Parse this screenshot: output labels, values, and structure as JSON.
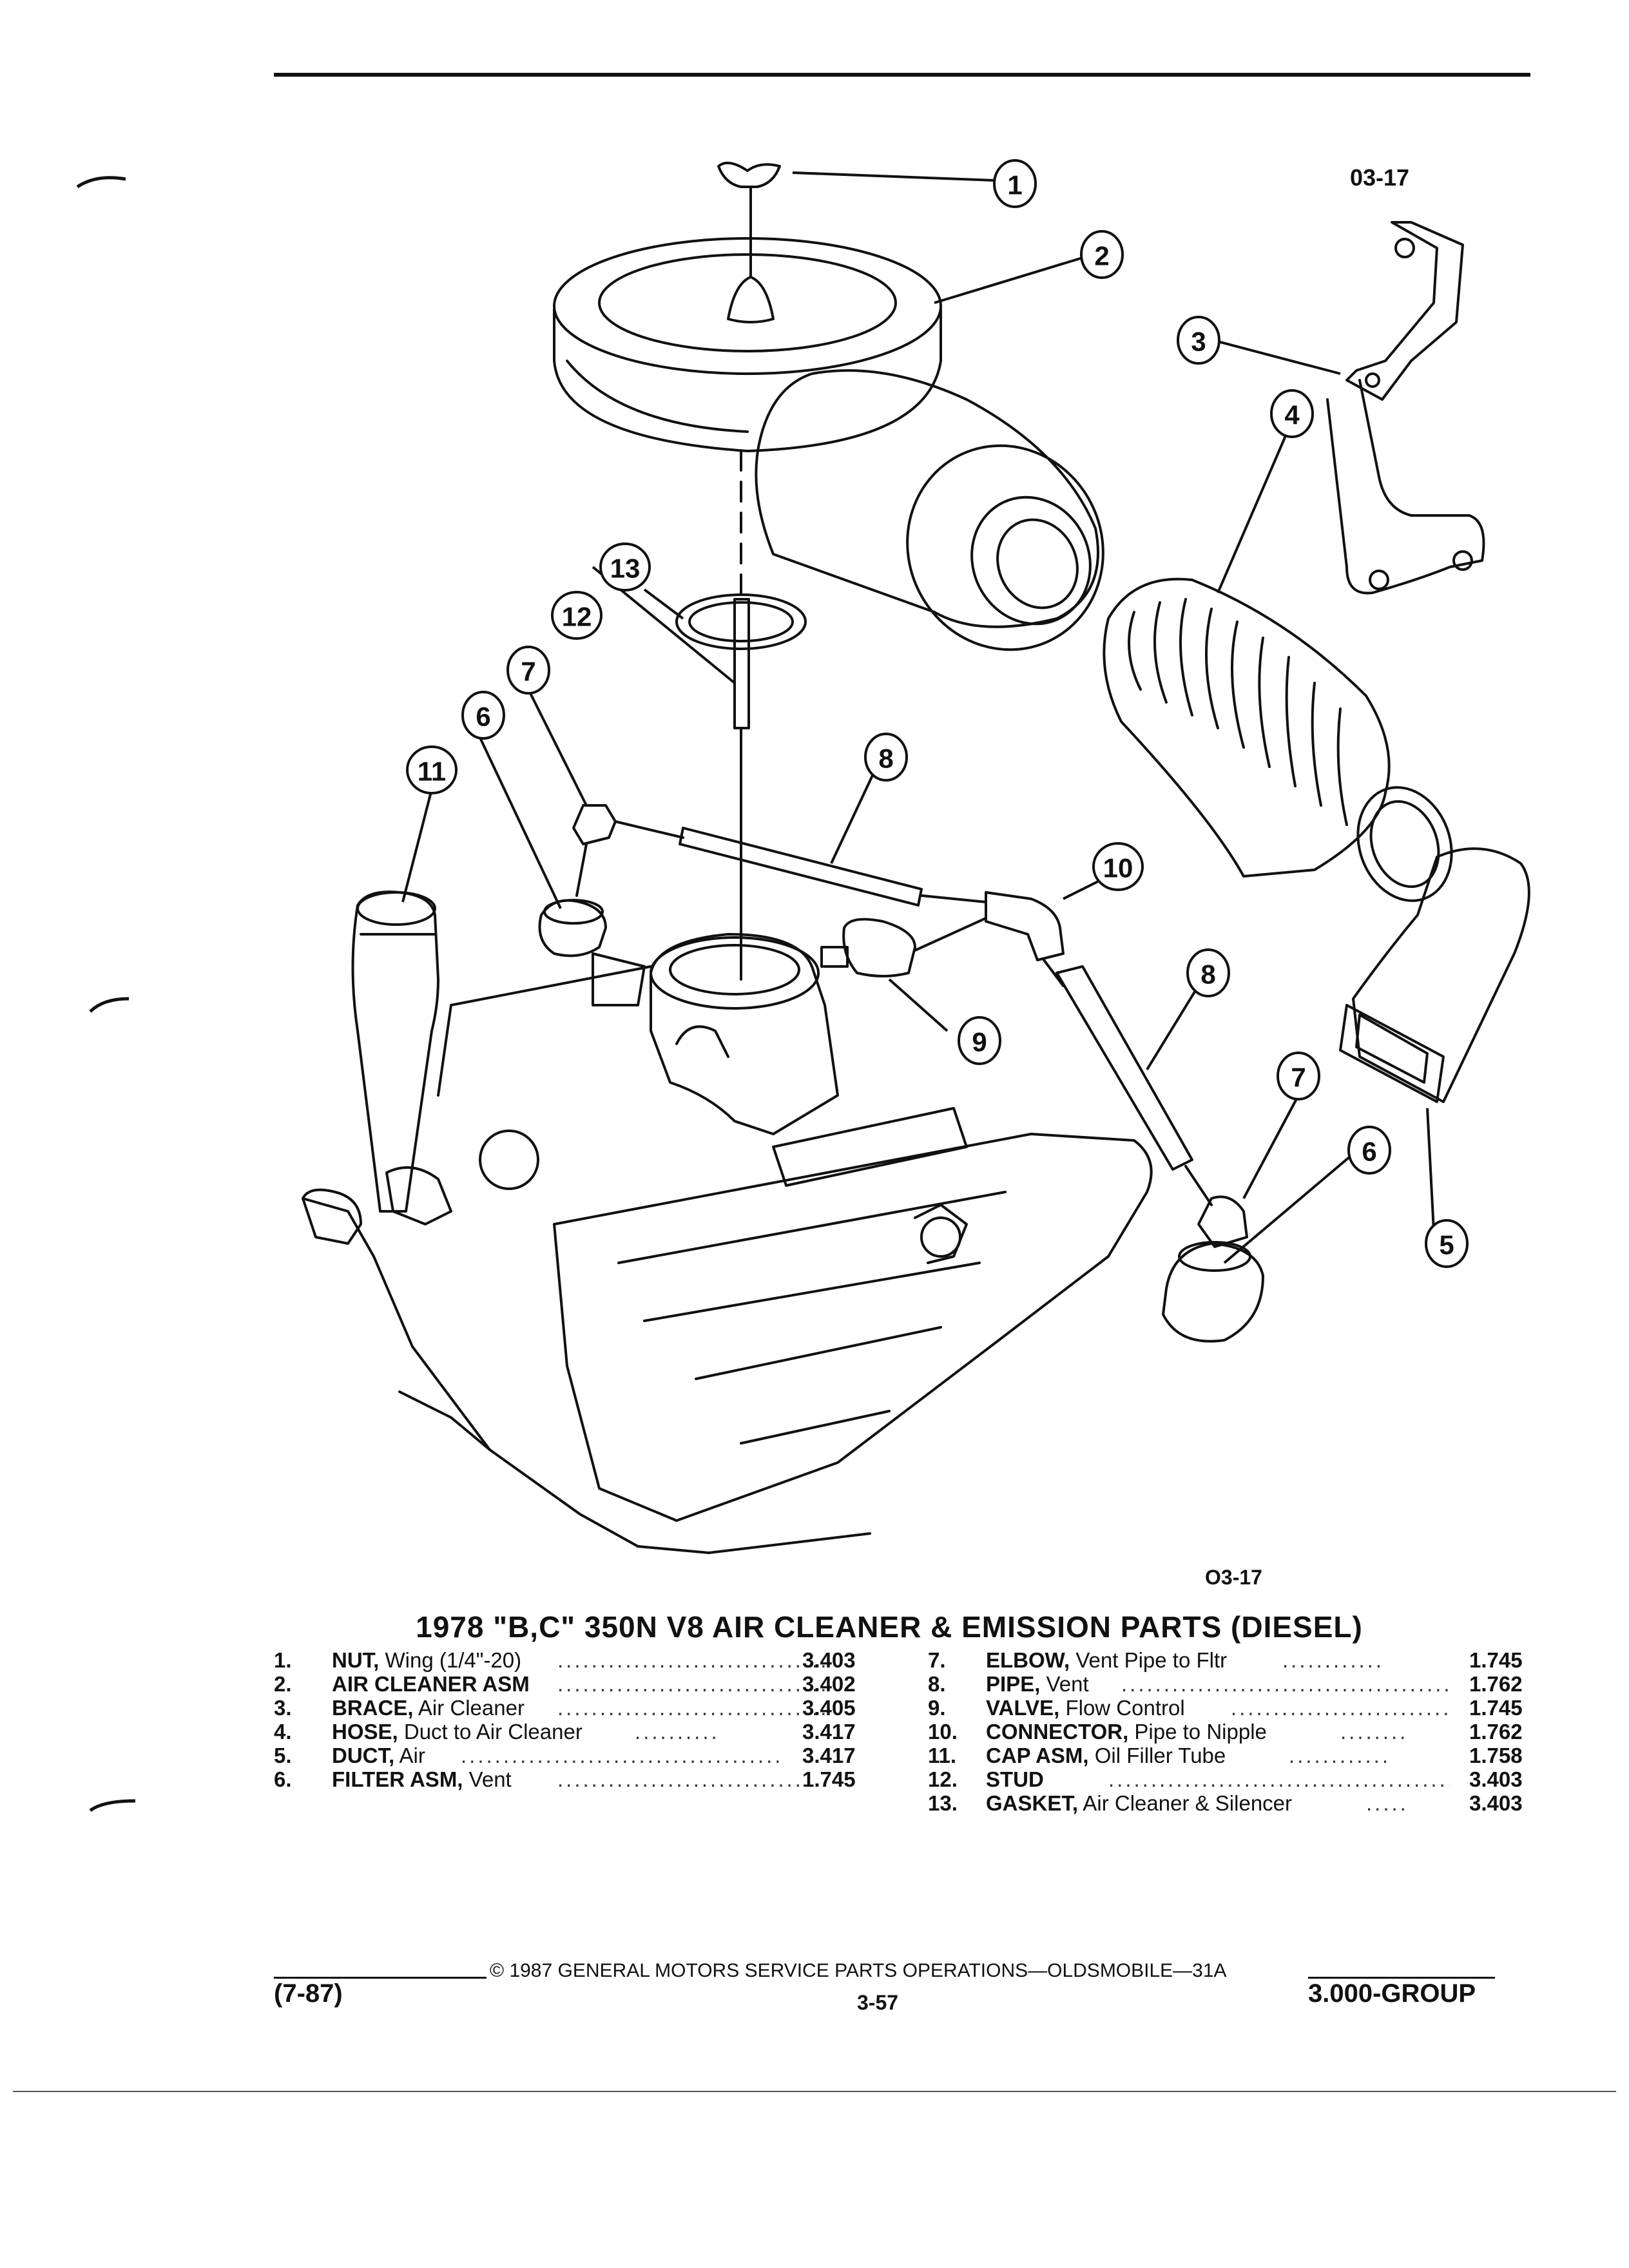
{
  "figure": {
    "code_top": "03-17",
    "code_bottom": "O3-17",
    "callouts": [
      "1",
      "2",
      "3",
      "4",
      "5",
      "6",
      "7",
      "8",
      "9",
      "10",
      "11",
      "12",
      "13",
      "8",
      "7",
      "6"
    ]
  },
  "title": "1978 \"B,C\" 350N V8 AIR CLEANER & EMISSION PARTS (DIESEL)",
  "parts_left": [
    {
      "num": "1.",
      "name": "NUT,",
      "desc": " Wing (1/4\"-20)",
      "group": "3.403"
    },
    {
      "num": "2.",
      "name": "AIR CLEANER ASM",
      "desc": "",
      "group": "3.402"
    },
    {
      "num": "3.",
      "name": "BRACE,",
      "desc": " Air Cleaner",
      "group": "3.405"
    },
    {
      "num": "4.",
      "name": "HOSE,",
      "desc": " Duct to Air Cleaner",
      "group": "3.417"
    },
    {
      "num": "5.",
      "name": "DUCT,",
      "desc": " Air",
      "group": "3.417"
    },
    {
      "num": "6.",
      "name": "FILTER ASM,",
      "desc": " Vent",
      "group": "1.745"
    }
  ],
  "parts_right": [
    {
      "num": "7.",
      "name": "ELBOW,",
      "desc": " Vent Pipe to Fltr",
      "group": "1.745"
    },
    {
      "num": "8.",
      "name": "PIPE,",
      "desc": " Vent",
      "group": "1.762"
    },
    {
      "num": "9.",
      "name": "VALVE,",
      "desc": " Flow Control",
      "group": "1.745"
    },
    {
      "num": "10.",
      "name": "CONNECTOR,",
      "desc": " Pipe to Nipple",
      "group": "1.762"
    },
    {
      "num": "11.",
      "name": "CAP ASM,",
      "desc": " Oil Filler Tube",
      "group": "1.758"
    },
    {
      "num": "12.",
      "name": "STUD",
      "desc": "",
      "group": "3.403"
    },
    {
      "num": "13.",
      "name": "GASKET,",
      "desc": " Air Cleaner & Silencer",
      "group": "3.403"
    }
  ],
  "footer": {
    "copyright": "© 1987 GENERAL MOTORS SERVICE PARTS OPERATIONS—OLDSMOBILE—31A",
    "date": "(7-87)",
    "page": "3-57",
    "group": "3.000-GROUP"
  }
}
